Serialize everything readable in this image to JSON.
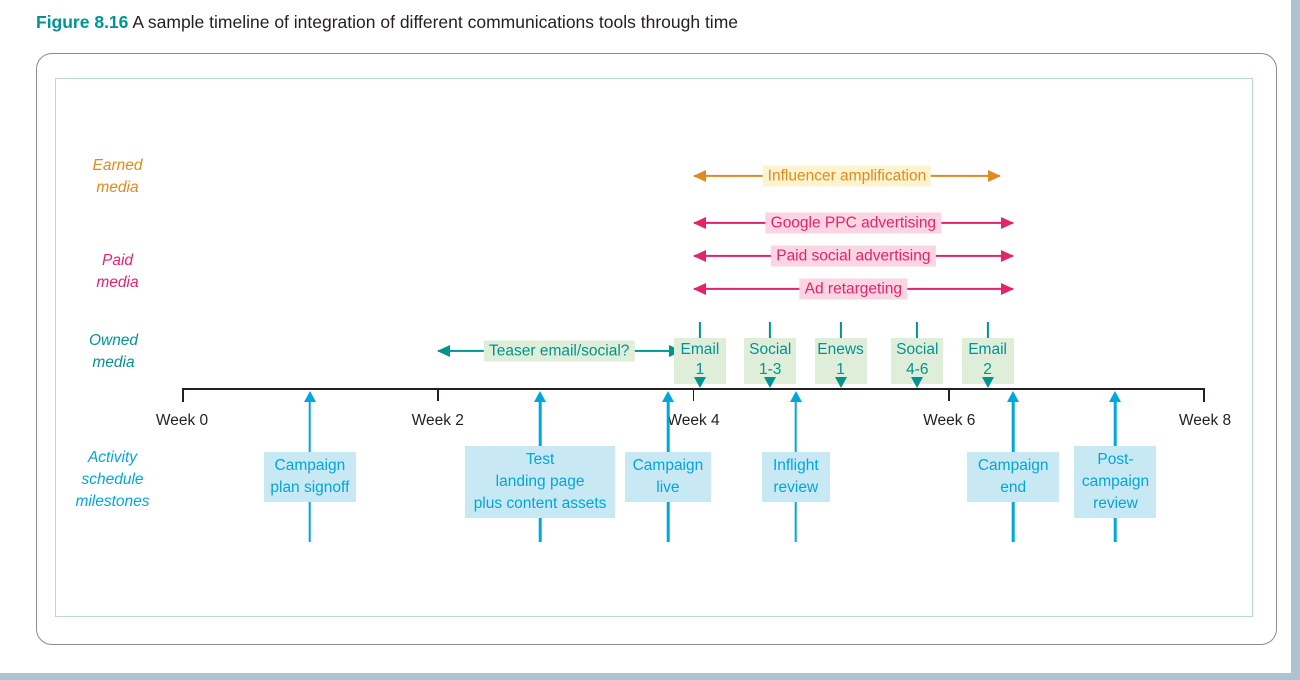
{
  "caption": {
    "figure_number": "Figure 8.16",
    "text": "A sample timeline of integration of different communications tools through time"
  },
  "colors": {
    "earned": "#e08b20",
    "paid": "#e2246c",
    "owned": "#009490",
    "activity": "#00a7da",
    "earned_highlight": "#fdf3cf",
    "paid_highlight": "#fbd6e2",
    "owned_highlight": "#dfeed9",
    "activity_highlight": "#c8e8f4",
    "axis": "#231f20",
    "inner_frame": "#b6ddbe",
    "outer_frame": "#8d8d8d",
    "figure_number": "#009490"
  },
  "row_labels": {
    "earned": "Earned\nmedia",
    "paid": "Paid\nmedia",
    "owned": "Owned\nmedia",
    "activity": "Activity\nschedule\nmilestones"
  },
  "axis": {
    "ticks": [
      {
        "label": "Week 0",
        "week": 0
      },
      {
        "label": "Week 2",
        "week": 2
      },
      {
        "label": "Week 4",
        "week": 4
      },
      {
        "label": "Week 6",
        "week": 6
      },
      {
        "label": "Week 8",
        "week": 8
      }
    ]
  },
  "earned_arrows": [
    {
      "label": "Influencer amplification",
      "start_week": 4.0,
      "end_week": 6.4
    }
  ],
  "paid_arrows": [
    {
      "label": "Google PPC advertising",
      "start_week": 4.0,
      "end_week": 6.5
    },
    {
      "label": "Paid social advertising",
      "start_week": 4.0,
      "end_week": 6.5
    },
    {
      "label": "Ad retargeting",
      "start_week": 4.0,
      "end_week": 6.5
    }
  ],
  "owned_arrows": [
    {
      "label": "Teaser email/social?",
      "start_week": 2.0,
      "end_week": 3.9
    }
  ],
  "owned_items": [
    {
      "label": "Email\n1",
      "week": 4.05
    },
    {
      "label": "Social\n1-3",
      "week": 4.6
    },
    {
      "label": "Enews\n1",
      "week": 5.15
    },
    {
      "label": "Social\n4-6",
      "week": 5.75
    },
    {
      "label": "Email\n2",
      "week": 6.3
    }
  ],
  "milestones": [
    {
      "label": "Campaign\nplan signoff",
      "week": 1.0
    },
    {
      "label": "Test\nlanding page\nplus content assets",
      "week": 2.8
    },
    {
      "label": "Campaign\nlive",
      "week": 3.8
    },
    {
      "label": "Inflight\nreview",
      "week": 4.8
    },
    {
      "label": "Campaign\nend",
      "week": 6.5
    },
    {
      "label": "Post-\ncampaign\nreview",
      "week": 7.3
    }
  ]
}
